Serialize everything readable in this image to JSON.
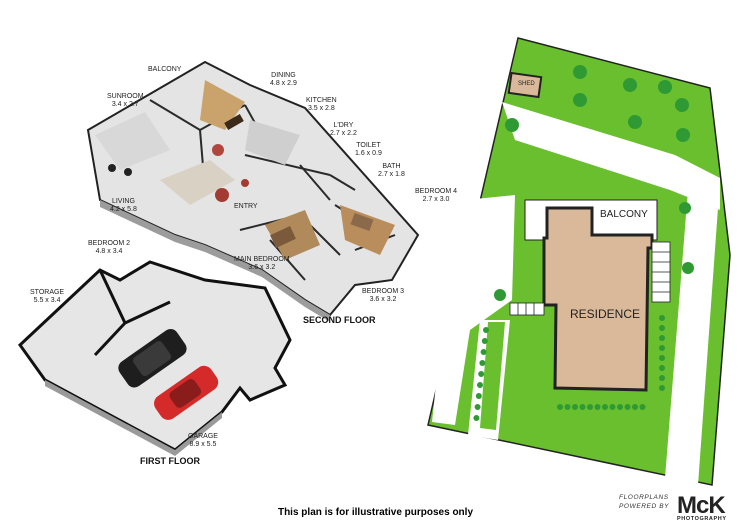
{
  "floorplan": {
    "rooms": [
      {
        "id": "balcony",
        "name": "BALCONY",
        "dims": ""
      },
      {
        "id": "dining",
        "name": "DINING",
        "dims": "4.8 x 2.9"
      },
      {
        "id": "sunroom",
        "name": "SUNROOM",
        "dims": "3.4 x 2.7"
      },
      {
        "id": "kitchen",
        "name": "KITCHEN",
        "dims": "3.5 x 2.8"
      },
      {
        "id": "ldry",
        "name": "L'DRY",
        "dims": "2.7 x 2.2"
      },
      {
        "id": "toilet",
        "name": "TOILET",
        "dims": "1.6 x 0.9"
      },
      {
        "id": "bath",
        "name": "BATH",
        "dims": "2.7 x 1.8"
      },
      {
        "id": "bedroom4",
        "name": "BEDROOM 4",
        "dims": "2.7 x 3.0"
      },
      {
        "id": "living",
        "name": "LIVING",
        "dims": "4.2 x 5.8"
      },
      {
        "id": "entry",
        "name": "ENTRY",
        "dims": ""
      },
      {
        "id": "bedroom2",
        "name": "BEDROOM 2",
        "dims": "4.8 x 3.4"
      },
      {
        "id": "mainbedroom",
        "name": "MAIN BEDROOM",
        "dims": "3.6 x 3.2"
      },
      {
        "id": "storage",
        "name": "STORAGE",
        "dims": "5.5 x 3.4"
      },
      {
        "id": "bedroom3",
        "name": "BEDROOM 3",
        "dims": "3.6 x 3.2"
      },
      {
        "id": "garage",
        "name": "GARAGE",
        "dims": "8.9 x 5.5"
      }
    ],
    "floor_labels": {
      "second": "SECOND FLOOR",
      "first": "FIRST FLOOR"
    }
  },
  "siteplan": {
    "shed": "SHED",
    "balcony": "BALCONY",
    "residence": "RESIDENCE"
  },
  "colors": {
    "lawn": "#6abf2e",
    "residence": "#d9b99a",
    "path": "#ffffff",
    "tree": "#2f9a33",
    "wall": "#1a1a1a",
    "floor_light": "#e9e9e9"
  },
  "footer": {
    "disclaimer": "This plan is for illustrative purposes only",
    "logo_line1": "FLOORPLANS",
    "logo_line2": "POWERED BY",
    "logo_brand": "McK",
    "logo_sub": "PHOTOGRAPHY"
  }
}
